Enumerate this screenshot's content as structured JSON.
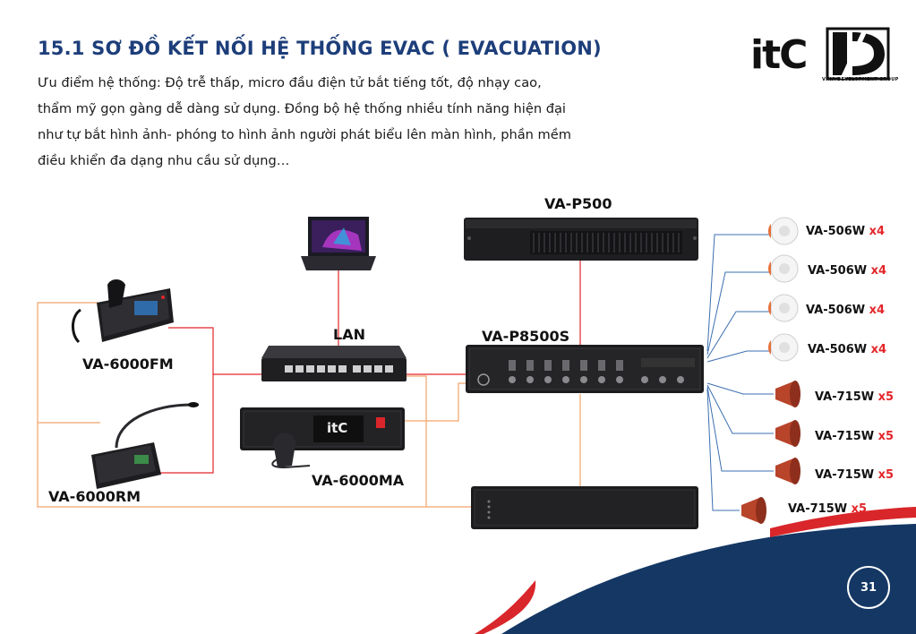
{
  "title": "15.1 SƠ ĐỒ KẾT NỐI HỆ THỐNG EVAC ( EVACUATION)",
  "intro": [
    "Ưu điểm hệ thống: Độ trễ thấp, micro đầu điện tử bắt tiếng tốt, độ nhạy cao,",
    "thẩm mỹ gọn gàng dễ dàng sử dụng. Đồng bộ hệ thống nhiều tính năng hiện đại",
    "như tự bắt hình ảnh- phóng to hình ảnh người phát biểu lên màn hình, phần mềm",
    "điều khiển đa dạng nhu cầu sử dụng…"
  ],
  "logos": {
    "itc_text": "itC",
    "vdg_text": "VINA DEVELOPMENT GROUP"
  },
  "devices": {
    "va_p500": "VA-P500",
    "lan": "LAN",
    "va_p8500s": "VA-P8500S",
    "va_6000fm": "VA-6000FM",
    "va_6000ma": "VA-6000MA",
    "va_6000rm": "VA-6000RM",
    "itc_badge": "itC"
  },
  "speakers": [
    {
      "model": "VA-506W",
      "qty": "x4"
    },
    {
      "model": "VA-506W",
      "qty": "x4"
    },
    {
      "model": "VA-506W",
      "qty": "x4"
    },
    {
      "model": "VA-506W",
      "qty": "x4"
    },
    {
      "model": "VA-715W",
      "qty": "x5"
    },
    {
      "model": "VA-715W",
      "qty": "x5"
    },
    {
      "model": "VA-715W",
      "qty": "x5"
    },
    {
      "model": "VA-715W",
      "qty": "x5"
    }
  ],
  "page_number": "31",
  "colors": {
    "title": "#1d3e7a",
    "qty": "#e3262a",
    "lan_line": "#e3262a",
    "audio_line": "#f2a46b",
    "speaker_line": "#3b6fb0",
    "footer_navy": "#143764",
    "footer_red": "#d9262a"
  }
}
